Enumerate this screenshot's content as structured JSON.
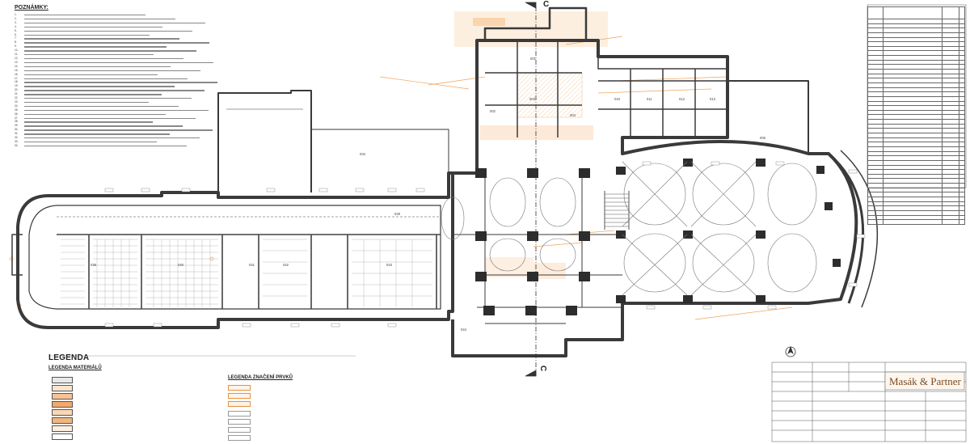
{
  "notes": {
    "title": "POZNÁMKY:",
    "lines": [
      "1.",
      "2.",
      "3.",
      "4.",
      "5.",
      "6.",
      "7.",
      "8.",
      "9.",
      "10.",
      "11.",
      "12.",
      "13.",
      "14.",
      "15.",
      "16.",
      "17.",
      "18.",
      "19.",
      "20.",
      "21.",
      "22.",
      "23.",
      "24.",
      "25.",
      "26.",
      "27.",
      "28.",
      "29.",
      "30.",
      "31.",
      "32.",
      "33.",
      "34."
    ]
  },
  "section_marks": {
    "top": "C",
    "bottom": "C"
  },
  "rooms": {
    "r001": "001",
    "r002": "002",
    "r003": "003",
    "r004": "004",
    "r005": "005",
    "r010": "010",
    "r011": "011",
    "r012": "012",
    "r013": "013",
    "r029": "029",
    "r034": "034",
    "r039": "039",
    "r040": "040",
    "r041": "041",
    "r042": "042",
    "r043": "043",
    "r044": "044"
  },
  "legend": {
    "title": "LEGENDA",
    "materials_title": "LEGENDA MATERIÁLŮ",
    "elements_title": "LEGENDA ZNAČENÍ PRVKŮ"
  },
  "title_block": {
    "firm": "Masák & Partner"
  },
  "colors": {
    "wall": "#3a3a3a",
    "orange": "#f0a35a",
    "orange_light": "#f8c99a",
    "grid": "#888888"
  }
}
